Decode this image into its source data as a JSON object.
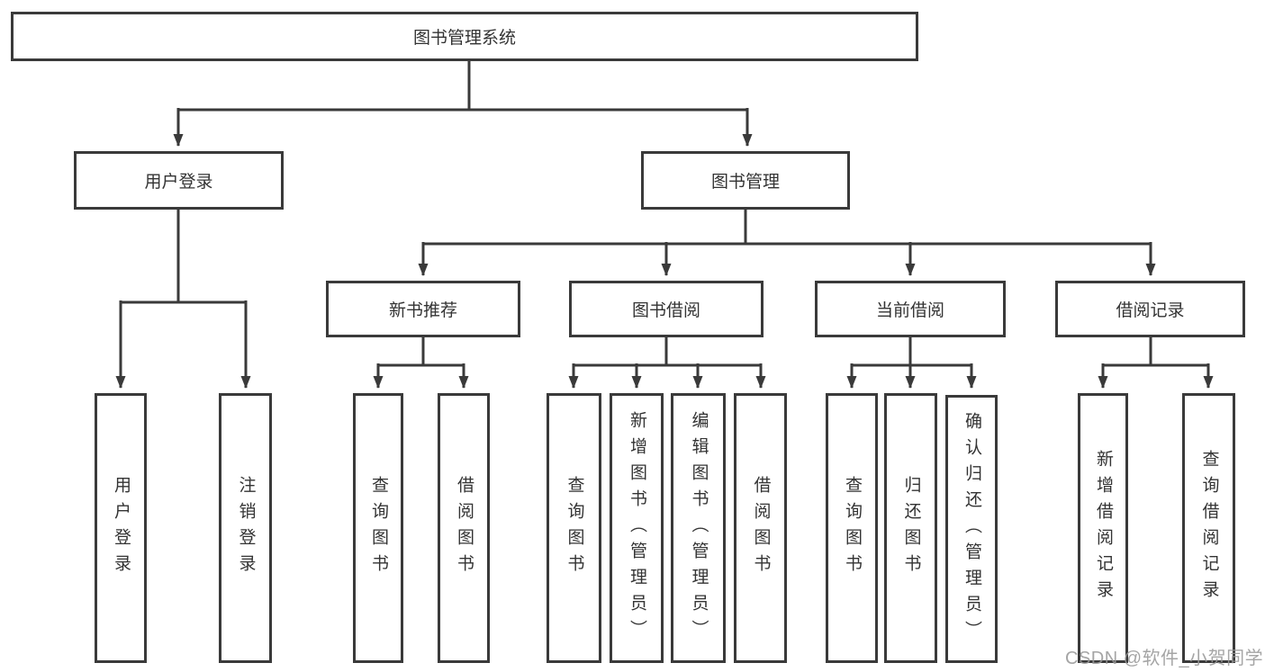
{
  "diagram": {
    "title": "图书管理系统",
    "type": "hierarchy-tree",
    "colors": {
      "line": "#3a3a3a",
      "border": "#3a3a3a",
      "text": "#333333",
      "background": "#ffffff",
      "watermark": "#989898"
    },
    "nodes": {
      "root": "图书管理系统",
      "user_login": "用户登录",
      "book_mgmt": "图书管理",
      "new_book_rec": "新书推荐",
      "book_borrow": "图书借阅",
      "current_borrow": "当前借阅",
      "borrow_record": "借阅记录",
      "leaf_user_login": "用户登录",
      "leaf_logout": "注销登录",
      "leaf_nbr_query": "查询图书",
      "leaf_nbr_borrow": "借阅图书",
      "leaf_bb_query": "查询图书",
      "leaf_bb_add": "新增图书（管理员）",
      "leaf_bb_edit": "编辑图书（管理员）",
      "leaf_bb_borrow": "借阅图书",
      "leaf_cb_query": "查询图书",
      "leaf_cb_return": "归还图书",
      "leaf_cb_confirm": "确认归还（管理员）",
      "leaf_br_add": "新增借阅记录",
      "leaf_br_query": "查询借阅记录"
    },
    "edges": [
      {
        "from": "root",
        "to": "user_login"
      },
      {
        "from": "root",
        "to": "book_mgmt"
      },
      {
        "from": "user_login",
        "to": "leaf_user_login"
      },
      {
        "from": "user_login",
        "to": "leaf_logout"
      },
      {
        "from": "book_mgmt",
        "to": "new_book_rec"
      },
      {
        "from": "book_mgmt",
        "to": "book_borrow"
      },
      {
        "from": "book_mgmt",
        "to": "current_borrow"
      },
      {
        "from": "book_mgmt",
        "to": "borrow_record"
      },
      {
        "from": "new_book_rec",
        "to": "leaf_nbr_query"
      },
      {
        "from": "new_book_rec",
        "to": "leaf_nbr_borrow"
      },
      {
        "from": "book_borrow",
        "to": "leaf_bb_query"
      },
      {
        "from": "book_borrow",
        "to": "leaf_bb_add"
      },
      {
        "from": "book_borrow",
        "to": "leaf_bb_edit"
      },
      {
        "from": "book_borrow",
        "to": "leaf_bb_borrow"
      },
      {
        "from": "current_borrow",
        "to": "leaf_cb_query"
      },
      {
        "from": "current_borrow",
        "to": "leaf_cb_return"
      },
      {
        "from": "current_borrow",
        "to": "leaf_cb_confirm"
      },
      {
        "from": "borrow_record",
        "to": "leaf_br_add"
      },
      {
        "from": "borrow_record",
        "to": "leaf_br_query"
      }
    ],
    "watermark": "CSDN @软件_小贺同学"
  }
}
